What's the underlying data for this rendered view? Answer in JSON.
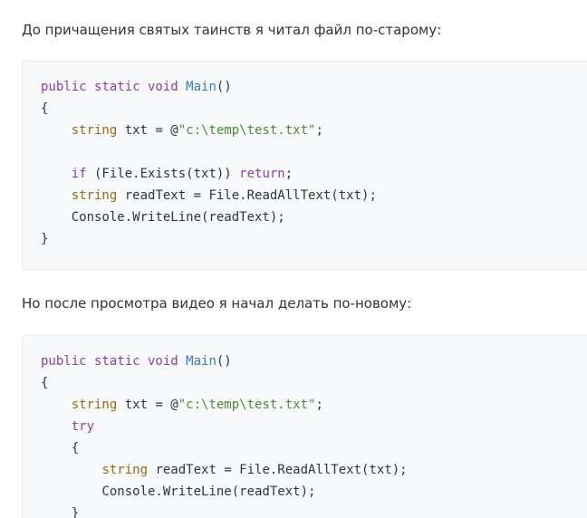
{
  "intro_paragraph": "До причащения святых таинств я читал файл по-старому:",
  "second_paragraph": "Но после просмотра видео я начал делать по-новому:",
  "code_old": [
    [
      {
        "t": "public static void ",
        "c": "kw"
      },
      {
        "t": "Main",
        "c": "fn"
      },
      {
        "t": "()",
        "c": "pl"
      }
    ],
    [
      {
        "t": "{",
        "c": "pl"
      }
    ],
    [
      {
        "t": "    ",
        "c": "pl"
      },
      {
        "t": "string",
        "c": "ty"
      },
      {
        "t": " txt = @",
        "c": "pl"
      },
      {
        "t": "\"c:\\temp\\test.txt\"",
        "c": "st"
      },
      {
        "t": ";",
        "c": "pl"
      }
    ],
    [
      {
        "t": "",
        "c": "pl"
      }
    ],
    [
      {
        "t": "    ",
        "c": "pl"
      },
      {
        "t": "if",
        "c": "kw"
      },
      {
        "t": " (File.Exists(txt)) ",
        "c": "pl"
      },
      {
        "t": "return",
        "c": "kw"
      },
      {
        "t": ";",
        "c": "pl"
      }
    ],
    [
      {
        "t": "    ",
        "c": "pl"
      },
      {
        "t": "string",
        "c": "ty"
      },
      {
        "t": " readText = File.ReadAllText(txt);",
        "c": "pl"
      }
    ],
    [
      {
        "t": "    Console.WriteLine(readText);",
        "c": "pl"
      }
    ],
    [
      {
        "t": "}",
        "c": "pl"
      }
    ]
  ],
  "code_new": [
    [
      {
        "t": "public static void ",
        "c": "kw"
      },
      {
        "t": "Main",
        "c": "fn"
      },
      {
        "t": "()",
        "c": "pl"
      }
    ],
    [
      {
        "t": "{",
        "c": "pl"
      }
    ],
    [
      {
        "t": "    ",
        "c": "pl"
      },
      {
        "t": "string",
        "c": "ty"
      },
      {
        "t": " txt = @",
        "c": "pl"
      },
      {
        "t": "\"c:\\temp\\test.txt\"",
        "c": "st"
      },
      {
        "t": ";",
        "c": "pl"
      }
    ],
    [
      {
        "t": "    ",
        "c": "pl"
      },
      {
        "t": "try",
        "c": "kw"
      }
    ],
    [
      {
        "t": "    {",
        "c": "pl"
      }
    ],
    [
      {
        "t": "        ",
        "c": "pl"
      },
      {
        "t": "string",
        "c": "ty"
      },
      {
        "t": " readText = File.ReadAllText(txt);",
        "c": "pl"
      }
    ],
    [
      {
        "t": "        Console.WriteLine(readText);",
        "c": "pl"
      }
    ],
    [
      {
        "t": "    }",
        "c": "pl"
      }
    ]
  ]
}
